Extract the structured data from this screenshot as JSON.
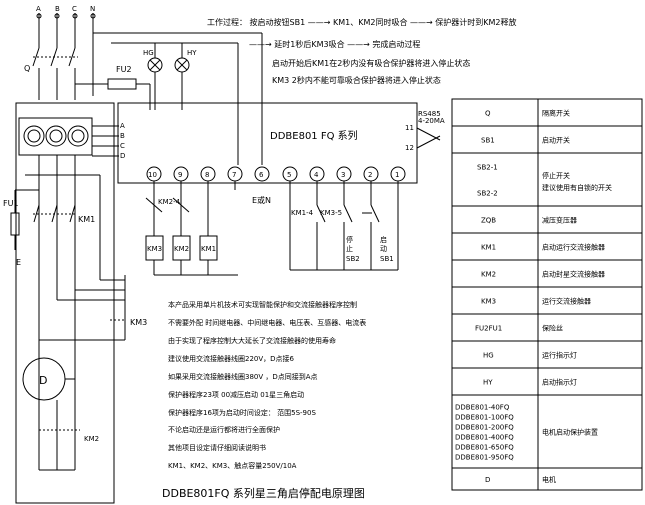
{
  "phase_labels": [
    "A",
    "B",
    "C",
    "N"
  ],
  "process_lines": [
    "工作过程：  按启动按钮SB1  ——→ KM1、KM2同时吸合 ——→ 保护器计时到KM2释放",
    "——→ 延时1秒后KM3吸合 ——→ 完成启动过程",
    "启动开始后KM1在2秒内没有吸合保护器将进入停止状态",
    "KM3 2秒内不能可靠吸合保护器将进入停止状态"
  ],
  "labels": {
    "q": "Q",
    "fu2": "FU2",
    "hg": "HG",
    "hy": "HY",
    "fu1": "FU1",
    "km1_main": "KM1",
    "km3_main": "KM3",
    "km2_main": "KM2",
    "e_ground": "E",
    "e_fn": "E或N",
    "motor": "D",
    "device_title": "DDBE801 FQ 系列",
    "rs485": "RS485",
    "ma": "4-20MA",
    "pin11": "11",
    "pin12": "12",
    "ct_a": "A",
    "ct_b": "B",
    "ct_c": "C",
    "ct_d": "D",
    "km2_4": "KM2-4",
    "km1_4": "KM1-4",
    "km3_5": "KM3-5",
    "coil_km3": "KM3",
    "coil_km2": "KM2",
    "coil_km1": "KM1",
    "stop_1": "停",
    "stop_2": "止",
    "stop_3": "SB2",
    "start_1": "启",
    "start_2": "动",
    "start_3": "SB1"
  },
  "terminals": [
    "10",
    "9",
    "8",
    "7",
    "6",
    "5",
    "4",
    "3",
    "2",
    "1"
  ],
  "notes": [
    "本产品采用单片机技术可实现智能保护和交流接触器程序控制",
    "不需要外配 时间继电器、中间继电器、电压表、互感器、电流表",
    "由于实现了程序控制大大延长了交流接触器的使用寿命",
    "建议使用交流接触器线圈220V，D点接6",
    "如果采用交流接触器线圈380V ，D点同接到A点",
    "保护器程序23项   00减压启动  01星三角启动",
    "保护器程序16项为启动时间设定：  范围5S-90S",
    "不论启动还是运行都将进行全面保护",
    "其他项目设定请仔细阅读说明书",
    "KM1、KM2、KM3、触点容量250V/10A"
  ],
  "caption": "DDBE801FQ  系列星三角启停配电原理图",
  "legend": [
    {
      "code": "Q",
      "desc": "隔离开关"
    },
    {
      "code": "SB1",
      "desc": "启动开关"
    },
    {
      "code": "SB2-1\nSB2-2",
      "desc": "停止开关\n建议使用有自锁的开关"
    },
    {
      "code": "ZQB",
      "desc": "减压变压器"
    },
    {
      "code": "KM1",
      "desc": "启动运行交流接触器"
    },
    {
      "code": "KM2",
      "desc": "启动封星交流接触器"
    },
    {
      "code": "KM3",
      "desc": "运行交流接触器"
    },
    {
      "code": "FU2FU1",
      "desc": "保险丝"
    },
    {
      "code": "HG",
      "desc": "运行指示灯"
    },
    {
      "code": "HY",
      "desc": "启动指示灯"
    },
    {
      "code": "DDBE801-40FQ\nDDBE801-100FQ\nDDBE801-200FQ\nDDBE801-400FQ\nDDBE801-650FQ\nDDBE801-950FQ",
      "desc": "电机启动保护装置"
    },
    {
      "code": "D",
      "desc": "电机"
    }
  ]
}
